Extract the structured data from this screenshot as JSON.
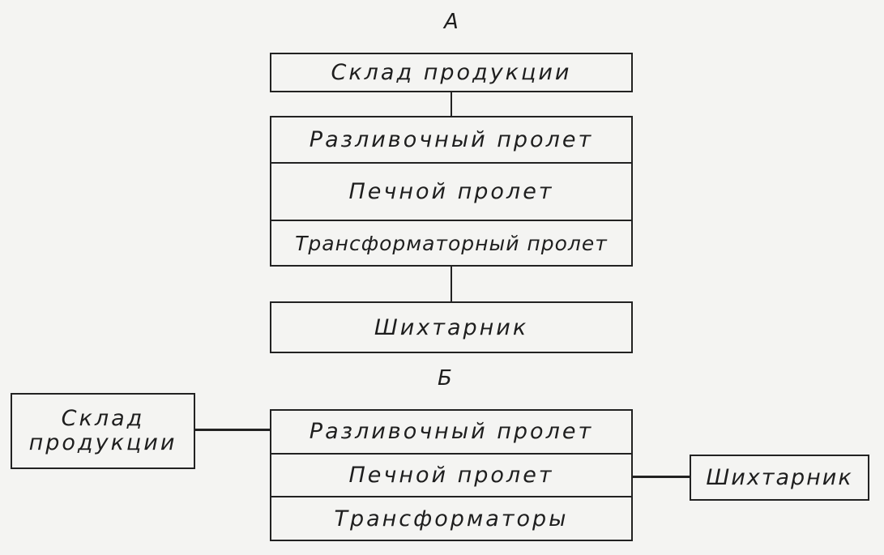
{
  "scheme_a": {
    "label": "А",
    "warehouse": "Склад продукции",
    "bays": [
      "Разливочный пролет",
      "Печной пролет",
      "Трансформаторный пролет"
    ],
    "charge_yard": "Шихтарник"
  },
  "scheme_b": {
    "label": "Б",
    "warehouse_line1": "Склад",
    "warehouse_line2": "продукции",
    "bays": [
      "Разливочный пролет",
      "Печной пролет",
      "Трансформаторы"
    ],
    "charge_yard": "Шихтарник"
  }
}
